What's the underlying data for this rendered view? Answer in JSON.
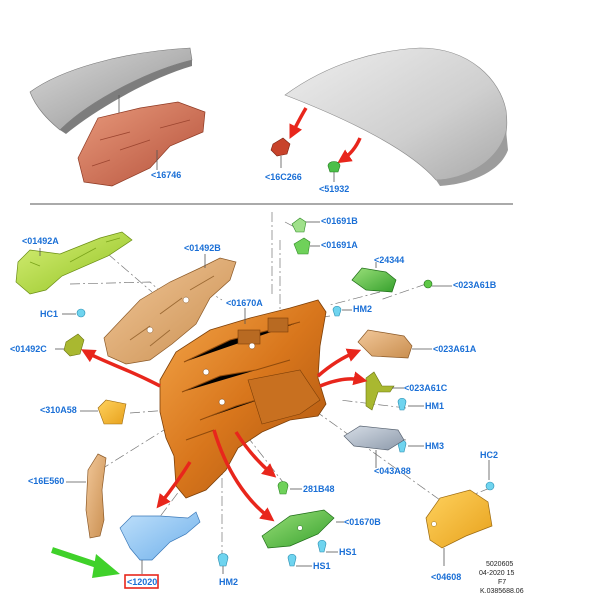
{
  "parts": {
    "p16746": "<16746",
    "p16C266": "<16C266",
    "p51932": "<51932",
    "p01691B": "<01691B",
    "p01691A": "<01691A",
    "p01492A": "<01492A",
    "p01492B": "<01492B",
    "p24344": "<24344",
    "p023A61B": "<023A61B",
    "HC1": "HC1",
    "HM2a": "HM2",
    "p01670A": "<01670A",
    "p01492C": "<01492C",
    "p023A61A": "<023A61A",
    "p023A61C": "<023A61C",
    "p310A58": "<310A58",
    "HM1": "HM1",
    "HM3": "HM3",
    "p043A88": "<043A88",
    "HC2": "HC2",
    "p16E560": "<16E560",
    "p281B48": "281B48",
    "p01670B": "<01670B",
    "p12020": "<12020",
    "HS1a": "HS1",
    "HS1b": "HS1",
    "HM2b": "HM2",
    "p04608": "<04608"
  },
  "meta": {
    "line1": "5020605",
    "line2": "04-2020 15",
    "line3": "F7",
    "line4": "K.0385688.06"
  },
  "colors": {
    "label": "#1a6fd6",
    "highlight_box": "#e8261c",
    "arrow": "#e8261c",
    "pointer": "#3fd12a"
  }
}
